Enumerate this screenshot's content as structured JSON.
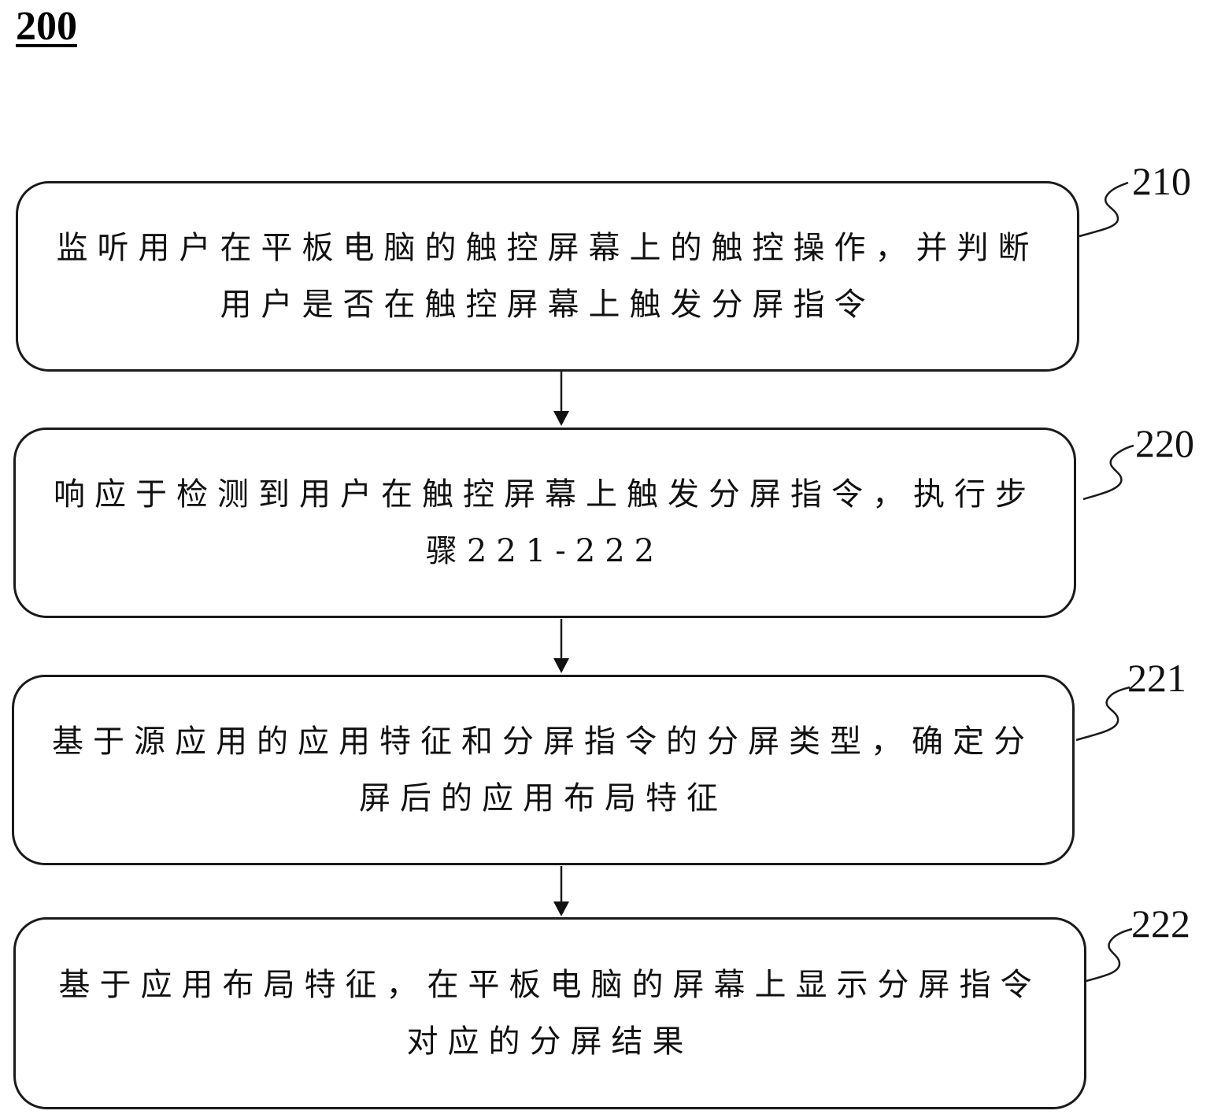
{
  "figure": {
    "number": "200"
  },
  "steps": [
    {
      "id": "210",
      "label": "210",
      "text": "监听用户在平板电脑的触控屏幕上的触控操作，并判断用户是否在触控屏幕上触发分屏指令"
    },
    {
      "id": "220",
      "label": "220",
      "text": "响应于检测到用户在触控屏幕上触发分屏指令，执行步骤221-222"
    },
    {
      "id": "221",
      "label": "221",
      "text": "基于源应用的应用特征和分屏指令的分屏类型，确定分屏后的应用布局特征"
    },
    {
      "id": "222",
      "label": "222",
      "text": "基于应用布局特征，在平板电脑的屏幕上显示分屏指令对应的分屏结果"
    }
  ],
  "flow": [
    {
      "from": "210",
      "to": "220"
    },
    {
      "from": "220",
      "to": "221"
    },
    {
      "from": "221",
      "to": "222"
    }
  ],
  "colors": {
    "stroke": "#1a1a1a",
    "background": "#ffffff",
    "text": "#111111"
  }
}
